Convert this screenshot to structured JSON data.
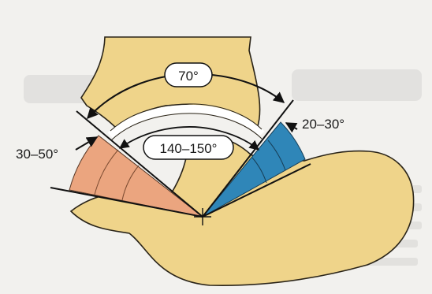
{
  "figure": {
    "angles": {
      "range_top": "70°",
      "range_center": "140–150°",
      "range_left": "30–50°",
      "range_right": "20–30°"
    },
    "colors": {
      "page_background": "#f2f1ee",
      "bone_fill": "#efd48a",
      "bone_stroke": "#2a2418",
      "left_sector": "#eba57f",
      "right_sector": "#2f86b8",
      "ink": "#1a1a1a"
    }
  }
}
